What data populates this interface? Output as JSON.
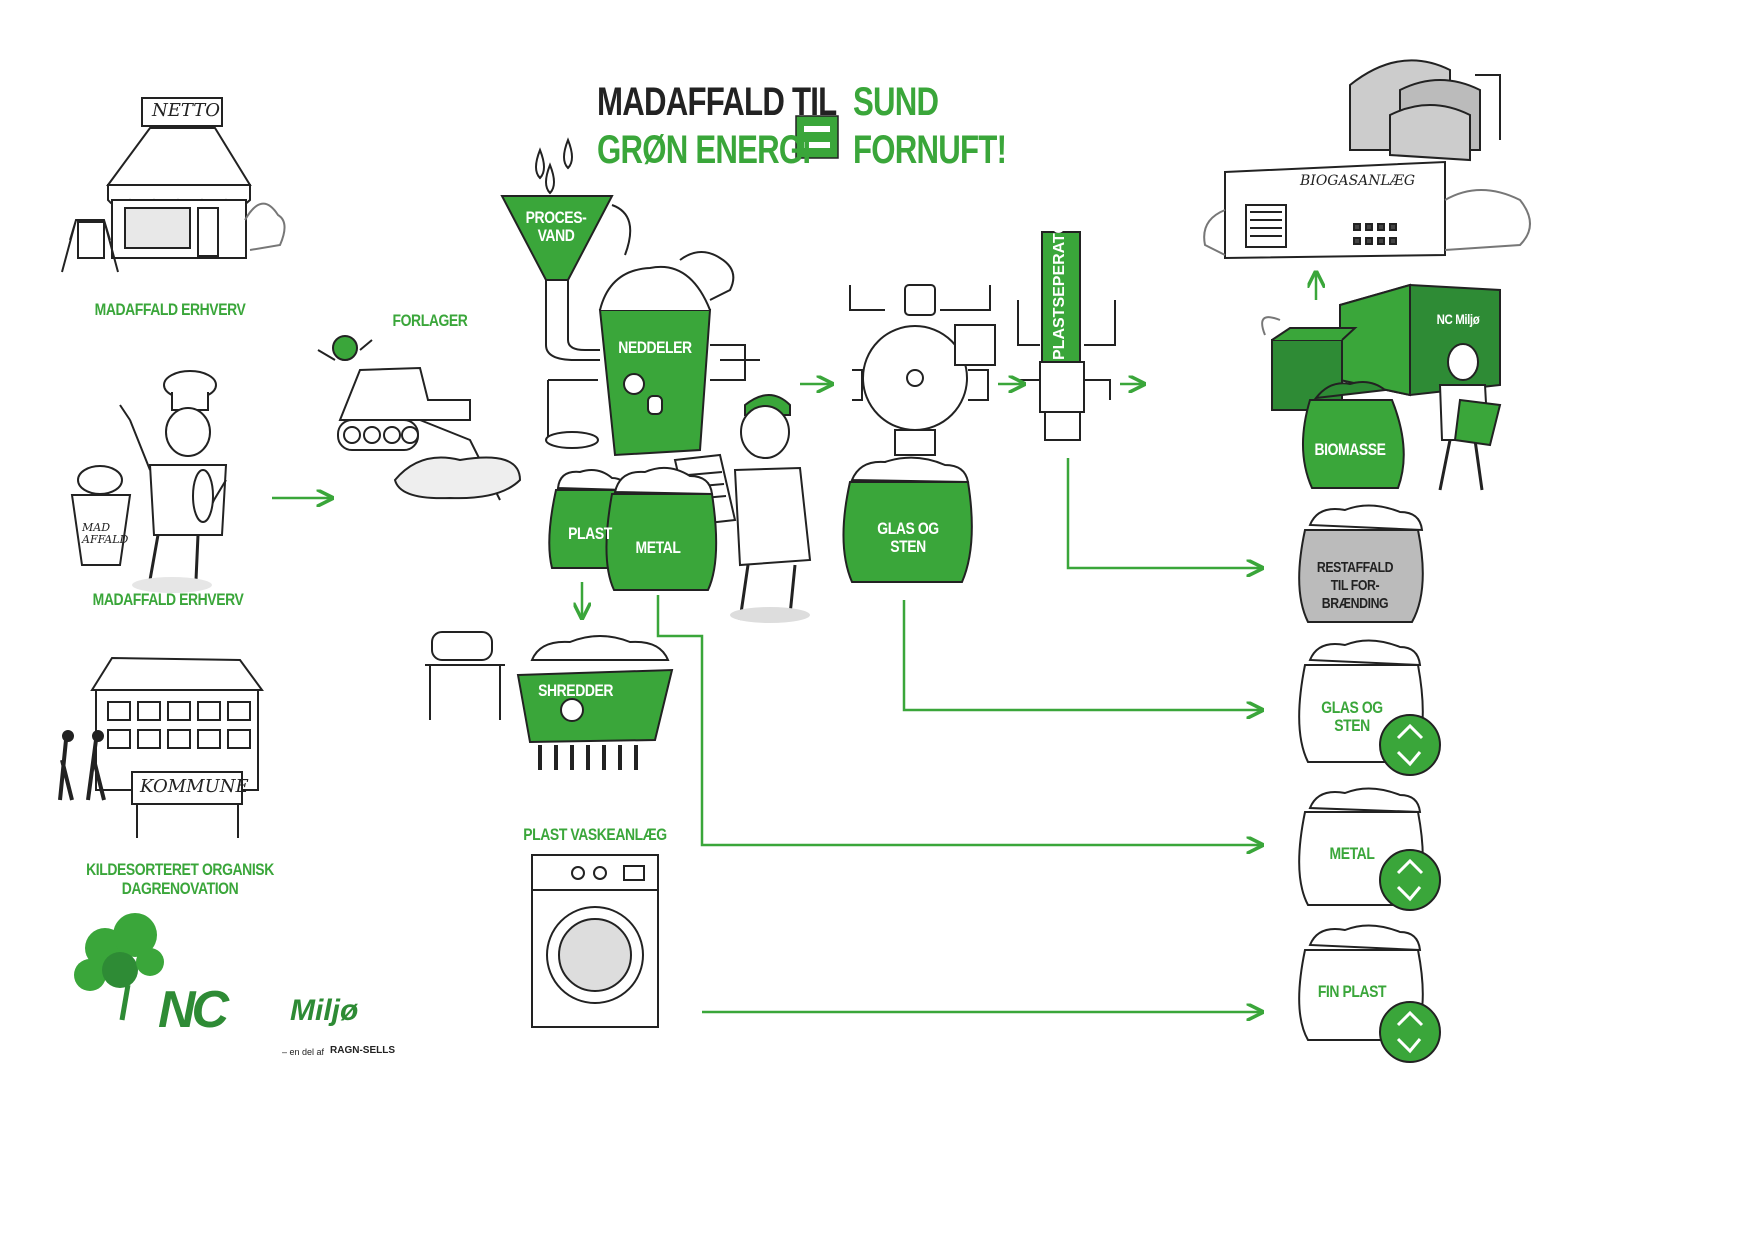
{
  "title": {
    "line1": "MADAFFALD TIL",
    "line2": "GRØN ENERGI",
    "equals": "=",
    "line3": "SUND",
    "line4": "FORNUFT!"
  },
  "sources": {
    "netto_sign": "NETTO",
    "store_label": "MADAFFALD ERHVERV",
    "chef_label": "MADAFFALD ERHVERV",
    "bucket_text": "MAD AFFALD",
    "kommune_sign": "KOMMUNE",
    "kommune_label_1": "KILDESORTERET ORGANISK",
    "kommune_label_2": "DAGRENOVATION"
  },
  "process": {
    "forlager": "FORLAGER",
    "procesvand_1": "PROCES-",
    "procesvand_2": "VAND",
    "neddeler": "NEDDELER",
    "plast": "PLAST",
    "metal": "METAL",
    "glas_og_sten_1": "GLAS OG",
    "glas_og_sten_2": "STEN",
    "plastseperator": "PLASTSEPERATOR",
    "shredder": "SHREDDER",
    "plast_vaskeanlaeg": "PLAST VASKEANLÆG"
  },
  "outputs": {
    "biogasanlaeg": "BIOGASANLÆG",
    "container_brand": "NC Miljø",
    "biomasse": "BIOMASSE",
    "restaffald_1": "RESTAFFALD",
    "restaffald_2": "TIL FOR-",
    "restaffald_3": "BRÆNDING",
    "glas_1": "GLAS OG",
    "glas_2": "STEN",
    "metal": "METAL",
    "fin_plast": "FIN PLAST"
  },
  "logo": {
    "brand_nc": "NC",
    "brand_miljo": "Miljø",
    "tagline": "– en del af",
    "parent": "RAGN-SELLS"
  },
  "colors": {
    "green": "#3aa63a",
    "dark_green": "#2e8b35",
    "ink": "#222222",
    "grey": "#c8c8c8"
  }
}
